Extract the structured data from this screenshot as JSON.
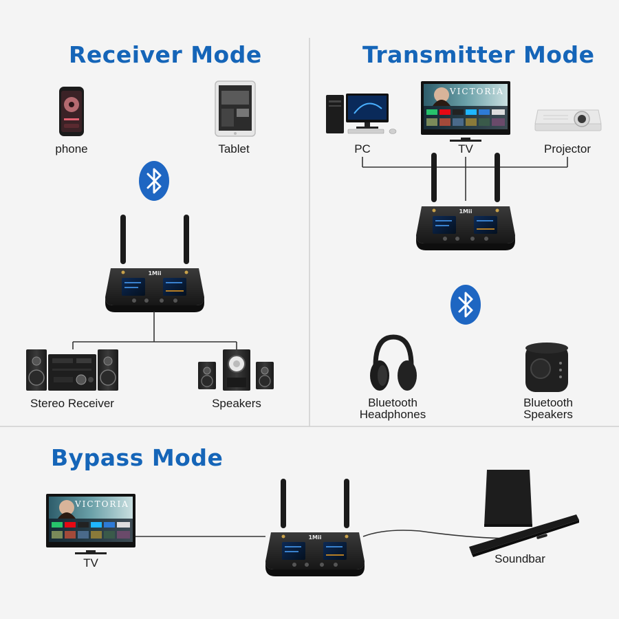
{
  "colors": {
    "title_blue": "#1565b8",
    "bluetooth_blue": "#1e66c2",
    "device_black": "#1c1c1c",
    "line": "#333333",
    "background": "#f4f4f4",
    "divider": "#cfcfcf"
  },
  "receiver": {
    "title": "Receiver Mode",
    "phone_label": "phone",
    "tablet_label": "Tablet",
    "stereo_label": "Stereo Receiver",
    "speakers_label": "Speakers"
  },
  "transmitter": {
    "title": "Transmitter Mode",
    "pc_label": "PC",
    "tv_label": "TV",
    "projector_label": "Projector",
    "headphones_label_1": "Bluetooth",
    "headphones_label_2": "Headphones",
    "bt_speakers_label_1": "Bluetooth",
    "bt_speakers_label_2": "Speakers",
    "tv_screen_text": "VICTORIA"
  },
  "bypass": {
    "title": "Bypass Mode",
    "tv_label": "TV",
    "soundbar_label": "Soundbar",
    "tv_screen_text": "VICTORIA"
  },
  "device": {
    "brand": "1Mii"
  },
  "icons": [
    "bluetooth-icon",
    "phone-icon",
    "tablet-icon",
    "pc-icon",
    "tv-icon",
    "projector-icon",
    "headphones-icon",
    "speaker-icon",
    "soundbar-icon",
    "subwoofer-icon",
    "stereo-receiver-icon",
    "transceiver-icon"
  ]
}
